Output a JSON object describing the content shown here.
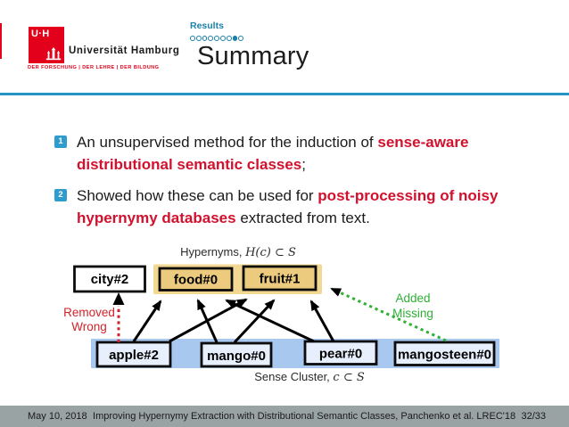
{
  "slide": {
    "logo": {
      "uhh_abbrev": "U·H",
      "university_name": "Universität Hamburg",
      "slogan": "DER FORSCHUNG | DER LEHRE | DER BILDUNG",
      "brand_red": "#e2001a"
    },
    "header": {
      "section": "Results",
      "title": "Summary",
      "progress_dots": {
        "total": 9,
        "active_index": 8
      },
      "accent_blue": "#2495c3"
    },
    "items": [
      {
        "number": "1",
        "prefix": "An unsupervised method for the induction of ",
        "highlight": "sense-aware distributional semantic classes",
        "suffix": ";"
      },
      {
        "number": "2",
        "prefix": "Showed how these can be used for ",
        "highlight": "post-processing of noisy hypernymy databases",
        "suffix": " extracted from text."
      }
    ],
    "diagram": {
      "hypernyms_label": "Hypernyms, ",
      "hypernyms_math": "H(c) ⊂ S",
      "sense_cluster_label": "Sense Cluster, ",
      "sense_cluster_math": "c ⊂ S",
      "hypernym_nodes": [
        "city#2",
        "food#0",
        "fruit#1"
      ],
      "sense_nodes": [
        "apple#2",
        "mango#0",
        "pear#0",
        "mangosteen#0"
      ],
      "removed_label_line1": "Removed",
      "removed_label_line2": "Wrong",
      "added_label_line1": "Added",
      "added_label_line2": "Missing",
      "colors": {
        "hypernym_container": "#f3d893",
        "hypernym_fill": "#edcb7e",
        "cluster_strip": "#a9c8ef",
        "sense_node_fill": "#e7effc",
        "removed_red": "#d2232a",
        "added_green": "#2fb135"
      }
    },
    "footer": {
      "date": "May 10, 2018",
      "title": "Improving Hypernymy Extraction with Distributional Semantic Classes, Panchenko et al. LREC'18",
      "page": "32/33"
    }
  }
}
